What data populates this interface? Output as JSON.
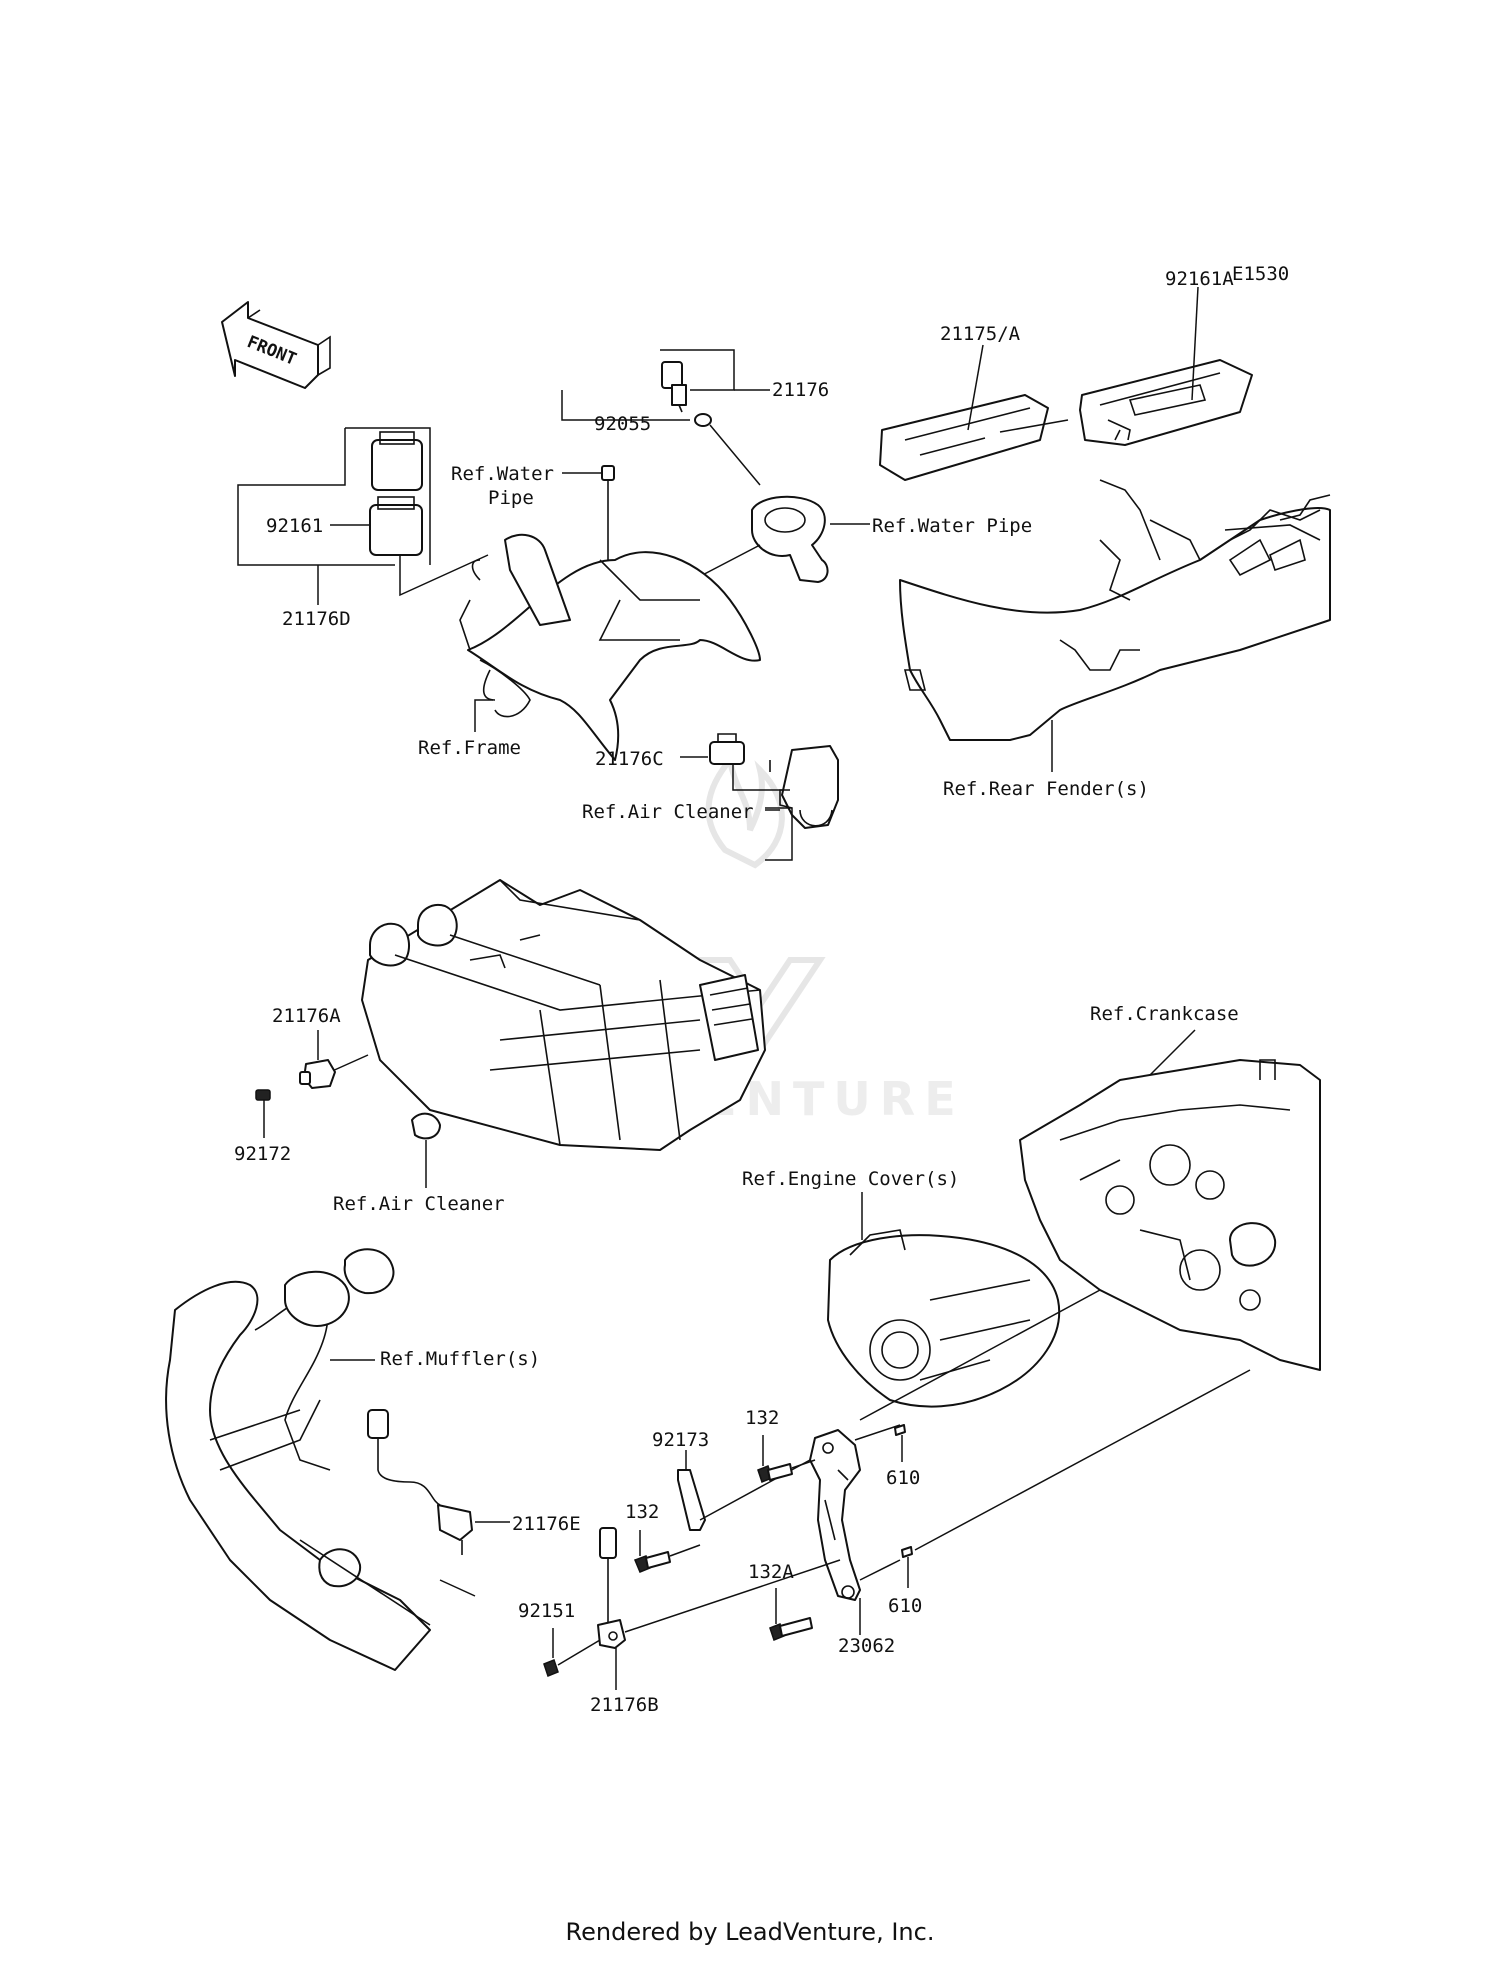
{
  "diagram": {
    "code": "E1530",
    "front_marker": "FRONT",
    "watermark": "LEADVENTURE",
    "labels": {
      "p21176": "21176",
      "p92055": "92055",
      "p92161": "92161",
      "p21176D": "21176D",
      "p21175A": "21175/A",
      "p92161A": "92161A",
      "ref_water_pipe_1": "Ref.Water",
      "ref_water_pipe_1b": "Pipe",
      "ref_water_pipe_2": "Ref.Water Pipe",
      "ref_frame": "Ref.Frame",
      "p21176C": "21176C",
      "ref_air_cleaner_1": "Ref.Air Cleaner",
      "ref_rear_fender": "Ref.Rear Fender(s)",
      "p21176A": "21176A",
      "p92172": "92172",
      "ref_air_cleaner_2": "Ref.Air Cleaner",
      "ref_crankcase": "Ref.Crankcase",
      "ref_engine_cover": "Ref.Engine Cover(s)",
      "ref_muffler": "Ref.Muffler(s)",
      "p92173": "92173",
      "p132_top": "132",
      "p610_top": "610",
      "p132_mid": "132",
      "p21176E": "21176E",
      "p132A": "132A",
      "p610_bottom": "610",
      "p92151": "92151",
      "p23062": "23062",
      "p21176B": "21176B"
    }
  },
  "footer": {
    "text": "Rendered by LeadVenture, Inc."
  }
}
